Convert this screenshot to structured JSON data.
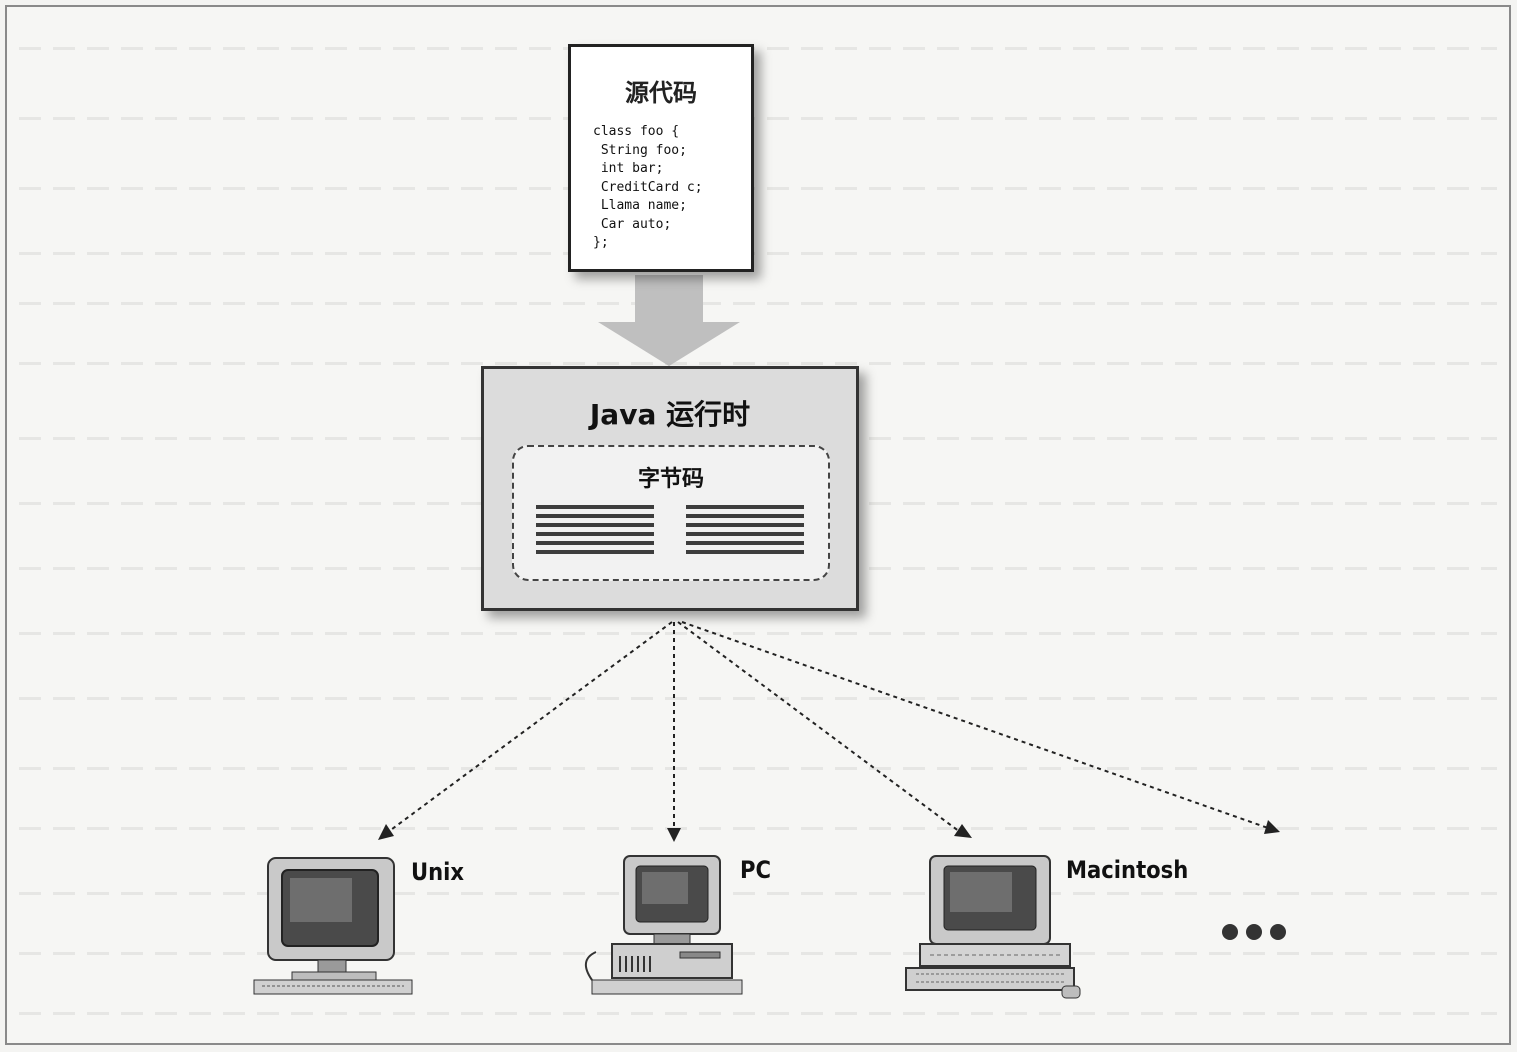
{
  "source": {
    "title": "源代码",
    "code": "class foo {\n String foo;\n int bar;\n CreditCard c;\n Llama name;\n Car auto;\n};"
  },
  "runtime": {
    "title": "Java 运行时",
    "bytecode_title": "字节码"
  },
  "platforms": [
    {
      "label": "Unix"
    },
    {
      "label": "PC"
    },
    {
      "label": "Macintosh"
    }
  ],
  "icons": [
    "arrow-down-icon",
    "unix-workstation-icon",
    "pc-tower-icon",
    "macintosh-computer-icon",
    "ellipsis-icon"
  ]
}
